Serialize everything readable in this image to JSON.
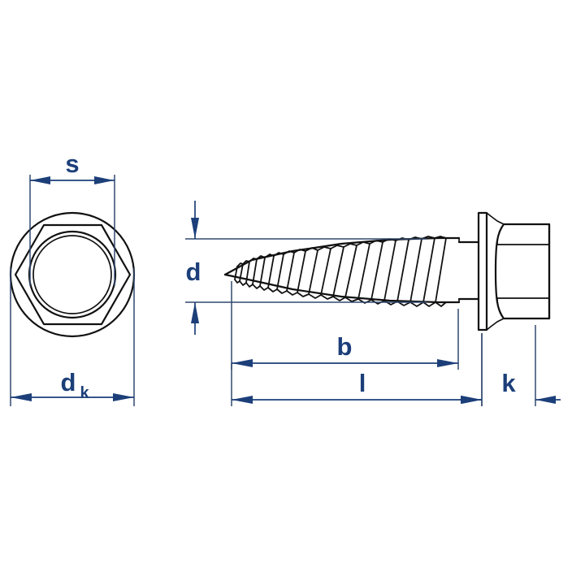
{
  "drawing": {
    "title": "Hexagon flange head wood screw technical drawing",
    "background_color": "#ffffff",
    "outline_color": "#111111",
    "dimension_color": "#1c3f79",
    "views": {
      "left": {
        "name": "head-end-view",
        "description": "End view of hexagon head with flange washer"
      },
      "right": {
        "name": "side-view",
        "description": "Side view of screw with tapered thread, shank, flange and hexagon head"
      }
    }
  },
  "dimensions": {
    "s": {
      "label": "s",
      "name": "across-flats",
      "view": "left",
      "orientation": "horizontal"
    },
    "dk": {
      "label": "d",
      "subscript": "k",
      "name": "head-flange-diameter",
      "view": "left",
      "orientation": "horizontal"
    },
    "d": {
      "label": "d",
      "name": "thread-diameter",
      "view": "right",
      "orientation": "vertical"
    },
    "b": {
      "label": "b",
      "name": "thread-length",
      "view": "right",
      "orientation": "horizontal"
    },
    "l": {
      "label": "l",
      "name": "overall-shank-length",
      "view": "right",
      "orientation": "horizontal"
    },
    "k": {
      "label": "k",
      "name": "head-height",
      "view": "right",
      "orientation": "horizontal"
    }
  }
}
